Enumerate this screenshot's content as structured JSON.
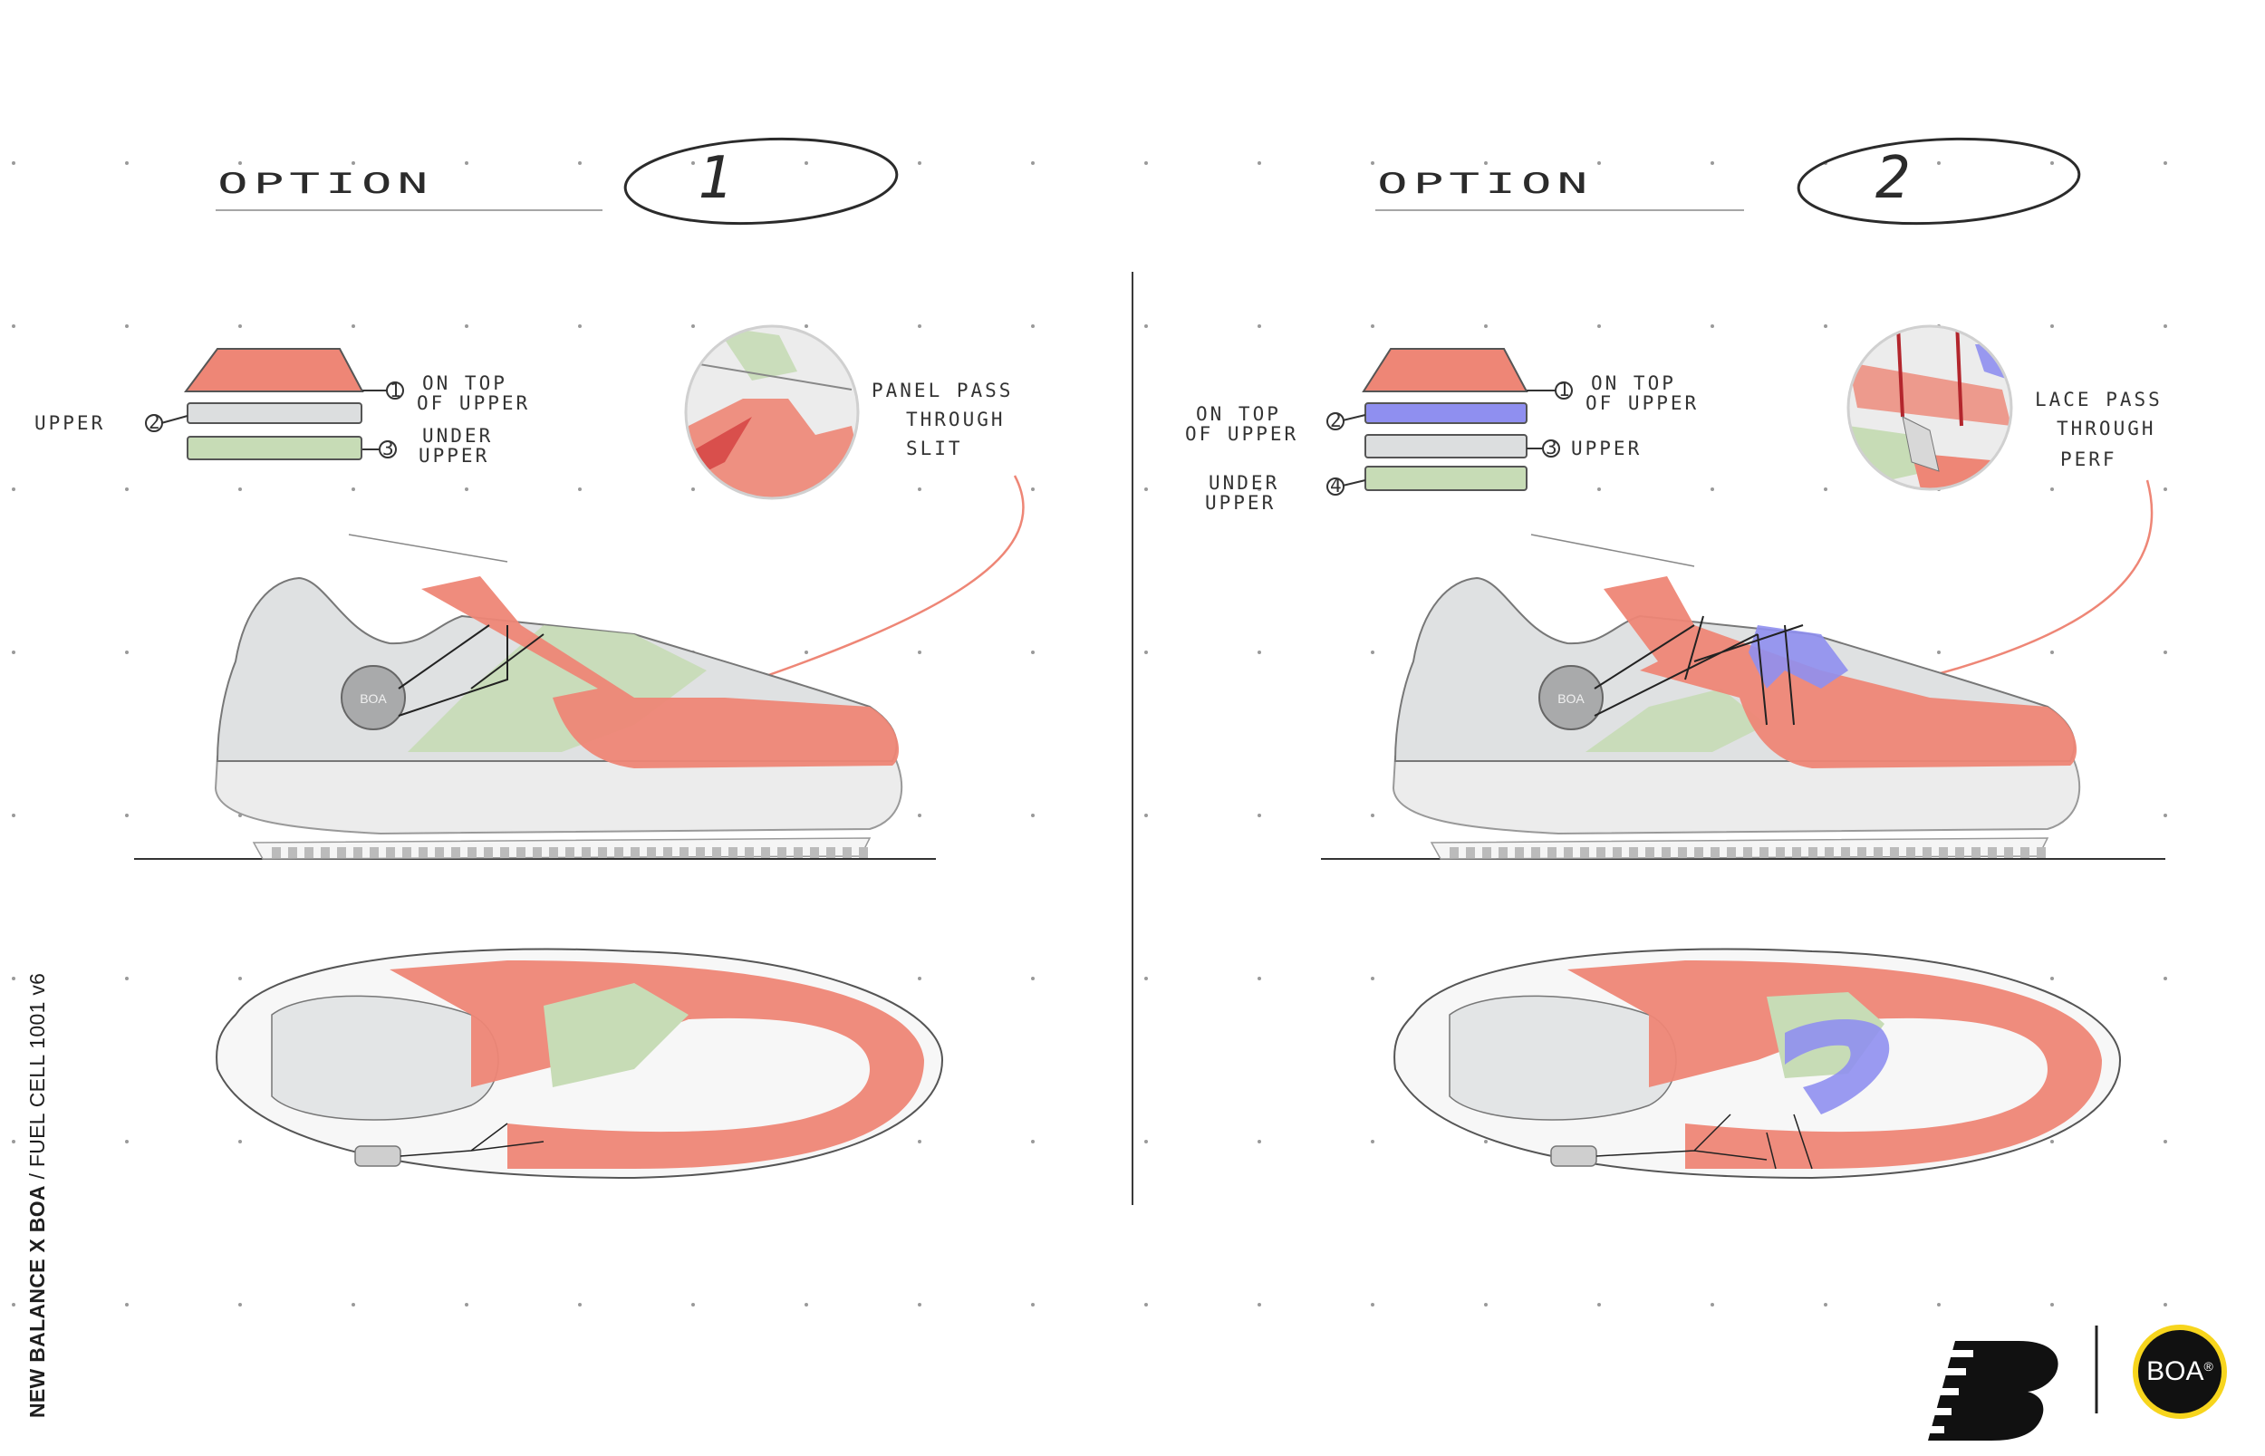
{
  "brand_strip": {
    "primary": "NEW BALANCE X BOA",
    "secondary": " / FUEL CELL 1001 v6"
  },
  "logos": {
    "boa_label": "BOA",
    "boa_mark": "®"
  },
  "colors": {
    "accent_red": "#ee8676",
    "green_layer": "#c7dcb6",
    "gray_layer": "#dcdedf",
    "blue_layer": "#8f8ff0",
    "line": "#262626",
    "badge_ring": "#f7d51d"
  },
  "options": [
    {
      "title": "OPTION",
      "number": "1",
      "dial_label": "BOA",
      "layers": [
        {
          "marker": "1",
          "text": [
            "ON TOP",
            "OF UPPER"
          ]
        },
        {
          "marker": "2",
          "text": [
            "UPPER"
          ]
        },
        {
          "marker": "3",
          "text": [
            "UNDER",
            "UPPER"
          ]
        }
      ],
      "callout": [
        "PANEL PASS",
        "THROUGH",
        "SLIT"
      ]
    },
    {
      "title": "OPTION",
      "number": "2",
      "dial_label": "BOA",
      "layers": [
        {
          "marker": "1",
          "text": [
            "ON TOP",
            "OF UPPER"
          ]
        },
        {
          "marker": "2",
          "text": [
            "ON TOP",
            "OF UPPER"
          ]
        },
        {
          "marker": "3",
          "text": [
            "UPPER"
          ]
        },
        {
          "marker": "4",
          "text": [
            "UNDER",
            "UPPER"
          ]
        }
      ],
      "callout": [
        "LACE PASS",
        "THROUGH",
        "PERF"
      ]
    }
  ]
}
